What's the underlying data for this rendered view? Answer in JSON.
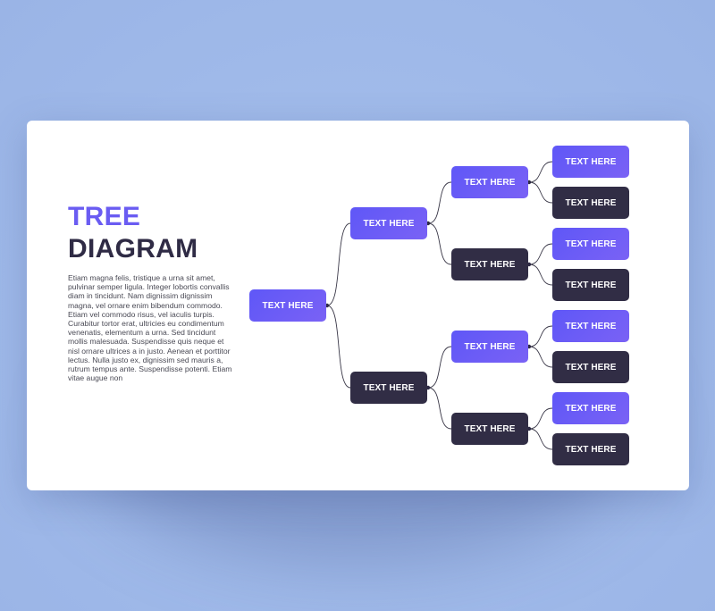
{
  "title": {
    "line1": "TREE",
    "line2": "DIAGRAM"
  },
  "description": "Etiam magna felis, tristique a urna sit amet, pulvinar semper ligula. Integer lobortis convallis diam in tincidunt. Nam dignissim dignissim magna, vel ornare enim bibendum commodo. Etiam vel commodo risus, vel iaculis turpis. Curabitur tortor erat, ultricies eu condimentum venenatis, elementum a urna. Sed tincidunt mollis malesuada. Suspendisse quis neque et nisl ornare ultrices a in justo. Aenean et porttitor lectus. Nulla justo ex, dignissim sed mauris a, rutrum tempus ante. Suspendisse potenti. Etiam vitae augue non",
  "colors": {
    "accent_purple": "#6a5cf2",
    "node_purple_start": "#5f57f7",
    "node_purple_end": "#7a62f5",
    "node_dark": "#312d45",
    "title_dark": "#2f2b45",
    "background": "#9fb9e9",
    "card": "#ffffff",
    "connector": "#3a3848"
  },
  "tree": {
    "root": {
      "label": "TEXT HERE",
      "style": "purple"
    },
    "level1": [
      {
        "label": "TEXT HERE",
        "style": "purple"
      },
      {
        "label": "TEXT HERE",
        "style": "dark"
      }
    ],
    "level2": [
      {
        "label": "TEXT HERE",
        "style": "purple"
      },
      {
        "label": "TEXT HERE",
        "style": "dark"
      },
      {
        "label": "TEXT HERE",
        "style": "purple"
      },
      {
        "label": "TEXT HERE",
        "style": "dark"
      }
    ],
    "level3": [
      {
        "label": "TEXT HERE",
        "style": "purple"
      },
      {
        "label": "TEXT HERE",
        "style": "dark"
      },
      {
        "label": "TEXT HERE",
        "style": "purple"
      },
      {
        "label": "TEXT HERE",
        "style": "dark"
      },
      {
        "label": "TEXT HERE",
        "style": "purple"
      },
      {
        "label": "TEXT HERE",
        "style": "dark"
      },
      {
        "label": "TEXT HERE",
        "style": "purple"
      },
      {
        "label": "TEXT HERE",
        "style": "dark"
      }
    ]
  }
}
